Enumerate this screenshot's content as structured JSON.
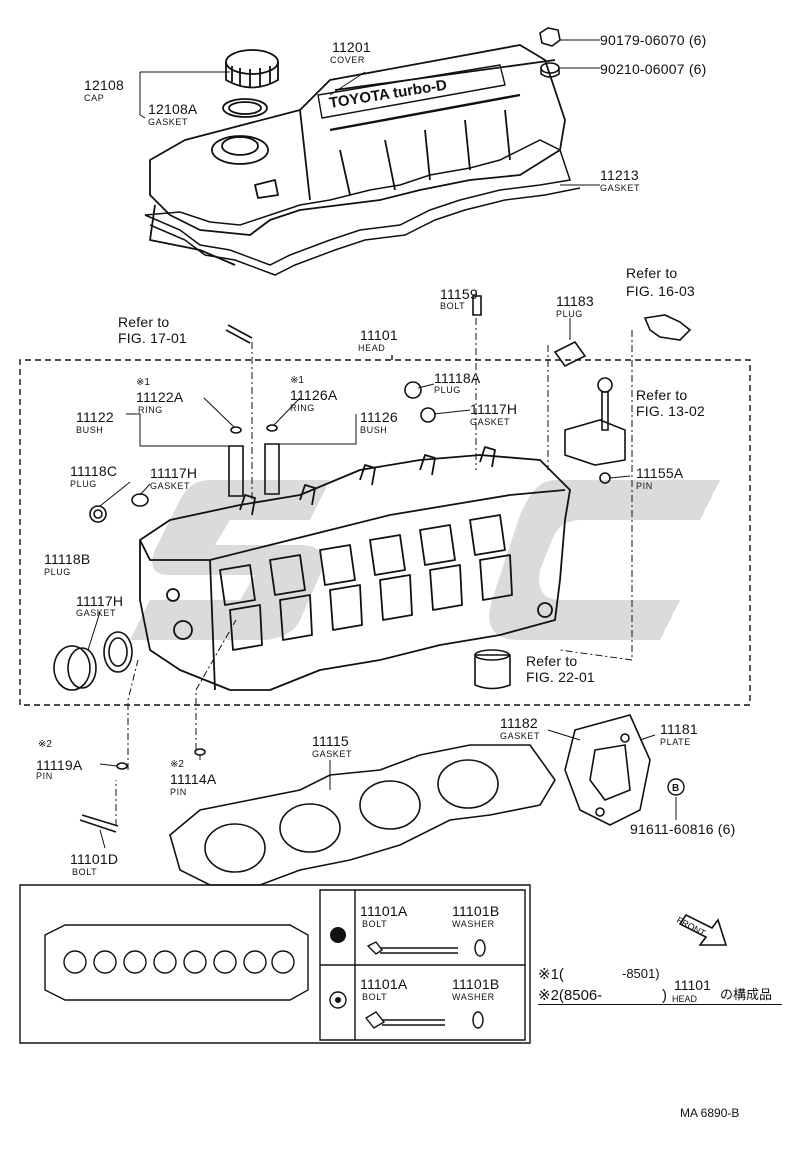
{
  "parts": {
    "cover": {
      "num": "11201",
      "name": "COVER"
    },
    "cap": {
      "num": "12108",
      "name": "CAP"
    },
    "cap_gasket": {
      "num": "12108A",
      "name": "GASKET"
    },
    "cover_gasket": {
      "num": "11213",
      "name": "GASKET"
    },
    "nut": {
      "num": "90179-06070 (6)"
    },
    "seal_washer": {
      "num": "90210-06007 (6)"
    },
    "head": {
      "num": "11101",
      "name": "HEAD"
    },
    "head_bolt_top": {
      "num": "11159",
      "name": "BOLT"
    },
    "plug_11183": {
      "num": "11183",
      "name": "PLUG"
    },
    "ring_a": {
      "mark": "※1",
      "num": "11122A",
      "name": "RING"
    },
    "bush_a": {
      "num": "11122",
      "name": "BUSH"
    },
    "ring_b": {
      "mark": "※1",
      "num": "11126A",
      "name": "RING"
    },
    "bush_b": {
      "num": "11126",
      "name": "BUSH"
    },
    "plug_11118a": {
      "num": "11118A",
      "name": "PLUG"
    },
    "gasket_11117h_a": {
      "num": "11117H",
      "name": "GASKET"
    },
    "plug_11118c": {
      "num": "11118C",
      "name": "PLUG"
    },
    "gasket_11117h_b": {
      "num": "11117H",
      "name": "GASKET"
    },
    "plug_11118b": {
      "num": "11118B",
      "name": "PLUG"
    },
    "gasket_11117h_c": {
      "num": "11117H",
      "name": "GASKET"
    },
    "pin_11155a": {
      "num": "11155A",
      "name": "PIN"
    },
    "pin_11119a": {
      "mark": "※2",
      "num": "11119A",
      "name": "PIN"
    },
    "pin_11114a": {
      "mark": "※2",
      "num": "11114A",
      "name": "PIN"
    },
    "head_gasket": {
      "num": "11115",
      "name": "GASKET"
    },
    "gasket_11182": {
      "num": "11182",
      "name": "GASKET"
    },
    "plate_11181": {
      "num": "11181",
      "name": "PLATE"
    },
    "bolt_91611": {
      "num": "91611-60816 (6)"
    },
    "stud_11101d": {
      "num": "11101D",
      "name": "BOLT"
    }
  },
  "refs": {
    "fig17": {
      "line1": "Refer to",
      "line2": "FIG. 17-01"
    },
    "fig16": {
      "line1": "Refer to",
      "line2": "FIG. 16-03"
    },
    "fig13": {
      "line1": "Refer to",
      "line2": "FIG. 13-02"
    },
    "fig22": {
      "line1": "Refer to",
      "line2": "FIG. 22-01"
    }
  },
  "cover_text": "TOYOTA turbo-D",
  "legend": {
    "row1": {
      "bolt_num": "11101A",
      "bolt_name": "BOLT",
      "washer_num": "11101B",
      "washer_name": "WASHER"
    },
    "row2": {
      "bolt_num": "11101A",
      "bolt_name": "BOLT",
      "washer_num": "11101B",
      "washer_name": "WASHER"
    }
  },
  "note": {
    "l1_mark": "※1(",
    "l1_range": "-8501)",
    "l2_mark": "※2(8506-",
    "l2_close": ")",
    "part": "11101",
    "part_name": "HEAD",
    "suffix": "の構成品"
  },
  "front_label": "FRONT",
  "marker_b": "B",
  "footer_code": "MA 6890-B",
  "watermark_letters": "SMC",
  "colors": {
    "ink": "#111111",
    "watermark": "#c8c8c8",
    "paper": "#ffffff"
  }
}
